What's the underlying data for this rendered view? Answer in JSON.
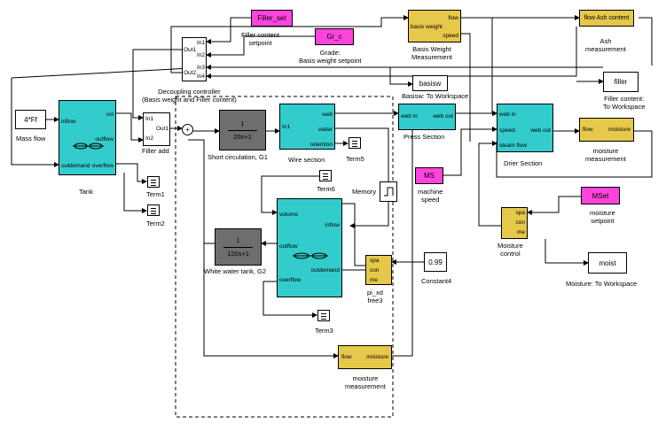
{
  "blocks": {
    "filler_set": "Filler_set",
    "gr_c": "Gr_c",
    "basis_weight_meas": {
      "in": "basis weight",
      "out1": "flow",
      "out2": "speed"
    },
    "flow_ash": "flow Ash content",
    "filler_ws": "filler",
    "basisw_ws": "basisw",
    "mass_flow": "4*Ff",
    "tank": {
      "in1": "inflow",
      "out1": "vol",
      "out2": "outflow",
      "out3": "overflow",
      "in2": "outdemand"
    },
    "decoupling": {
      "in1": "In1",
      "in2": "In2",
      "in3": "In3",
      "in4": "In4",
      "out1": "Out1",
      "out2": "Out2"
    },
    "filler_add": {
      "in1": "In1",
      "in2": "In2",
      "out": "Out1"
    },
    "sum_sign": "+",
    "tf1": {
      "num": "1",
      "den": "20s+1"
    },
    "wire": {
      "in": "In1",
      "out1": "web",
      "out2": "water",
      "out3": "retention"
    },
    "press": {
      "in": "web in",
      "out": "web out"
    },
    "drier": {
      "in1": "web in",
      "in2": "speed",
      "in3": "steam flow",
      "out": "web out"
    },
    "moisture_meas_right": {
      "in": "flow",
      "out": "moisture"
    },
    "ms": "MS",
    "mset": "MSet",
    "moisture_ctrl": {
      "l1": "spa",
      "l2": "con",
      "l3": "me"
    },
    "moist_ws": "moist",
    "tf2": {
      "num": "1",
      "den": "120s+1"
    },
    "white_tank": {
      "in1": "volume",
      "in2": "inflow",
      "out1": "outflow",
      "out2": "outdemand",
      "out3": "overflow"
    },
    "pi_xd": {
      "l1": "spa",
      "l2": "con",
      "l3": "me"
    },
    "constant4": "0.99",
    "moisture_meas_bottom": {
      "in": "flow",
      "out": "moisture"
    }
  },
  "labels": {
    "filler_set": "Filler content\nsetpoint",
    "gr_c": "Grade:\nBasis weight setpoint",
    "basis_weight": "Basis Weight\nMeasurement",
    "ash": "Ash\nmeasurement",
    "filler_ws": "Filler content:\nTo Workspace",
    "basisw_ws": "Basisw: To Workspace",
    "decoupling": "Decoupling controller\n(Basis weight and Filler content)",
    "mass_flow": "Mass flow",
    "tank": "Tank",
    "filler_add": "Filler add",
    "term1": "Term1",
    "term2": "Term2",
    "tf1": "Short circulation, G1",
    "wire": "Wire section",
    "term5": "Term5",
    "term6": "Term6",
    "memory": "Memory",
    "press": "Press Section",
    "drier": "Drier Section",
    "moisture_right": "moisture\nmeasurement",
    "ms": "machine\nspeed",
    "mset": "moisture\nsetpoint",
    "moisture_ctrl": "Moisture\ncontrol",
    "moist_ws": "Moisture: To Workspace",
    "tf2": "White water tank, G2",
    "pi_xd": "pi_xd\nfree3",
    "constant4": "Constant4",
    "term3": "Term3",
    "moisture_bottom": "moisture\nmeasurement"
  },
  "colors": {
    "process": "#33cccc",
    "measurement": "#e6c84a",
    "setpoint": "#ff44dd",
    "transfer": "#6e6e6e"
  }
}
